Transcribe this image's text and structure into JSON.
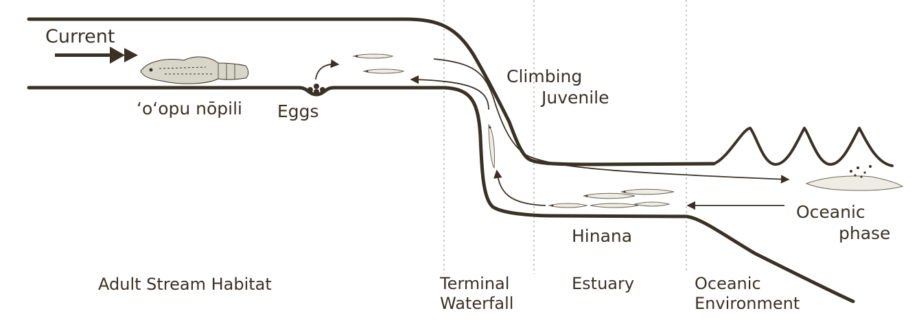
{
  "labels": {
    "current": "Current",
    "adult_fish": "ʻoʻopu nōpili",
    "eggs": "Eggs",
    "climbing_line1": "Climbing",
    "climbing_line2": "Juvenile",
    "hinana": "Hinana",
    "oceanic_phase_line1": "Oceanic",
    "oceanic_phase_line2": "phase"
  },
  "zones": [
    {
      "lines": [
        "Adult Stream Habitat"
      ]
    },
    {
      "lines": [
        "Terminal",
        "Waterfall"
      ]
    },
    {
      "lines": [
        "Estuary"
      ]
    },
    {
      "lines": [
        "Oceanic",
        "Environment"
      ]
    }
  ],
  "colors": {
    "ink": "#3a3124",
    "fish_fill": "#d8d5c9",
    "guide": "#b8b0a0"
  }
}
